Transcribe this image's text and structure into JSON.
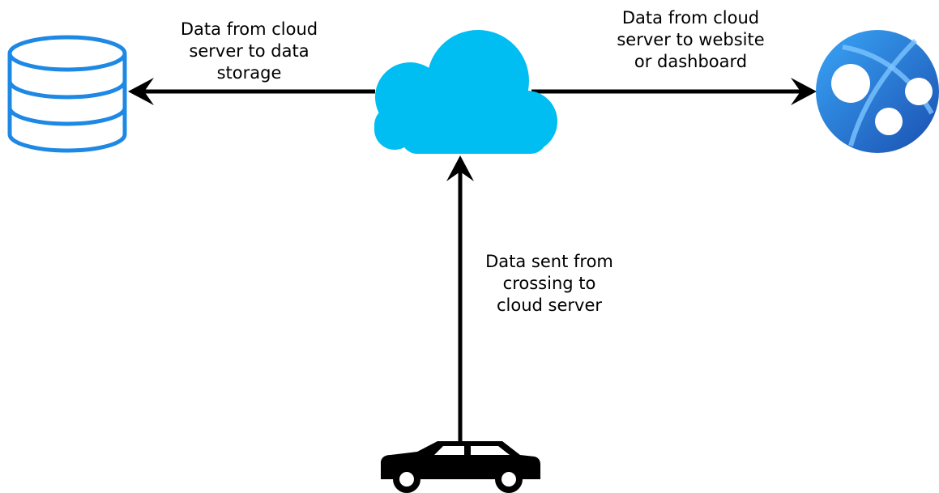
{
  "diagram": {
    "edges": [
      {
        "id": "cloud-to-storage",
        "from": "cloud-server",
        "to": "data-storage",
        "label_lines": [
          "Data from cloud",
          "server to data",
          "storage"
        ]
      },
      {
        "id": "cloud-to-website",
        "from": "cloud-server",
        "to": "website-dashboard",
        "label_lines": [
          "Data from cloud",
          "server to website",
          "or dashboard"
        ]
      },
      {
        "id": "car-to-cloud",
        "from": "car",
        "to": "cloud-server",
        "label_lines": [
          "Data sent from",
          "crossing to",
          "cloud server"
        ]
      }
    ],
    "nodes": [
      {
        "id": "data-storage",
        "icon": "database-icon"
      },
      {
        "id": "cloud-server",
        "icon": "cloud-icon"
      },
      {
        "id": "website-dashboard",
        "icon": "web-app-globe-icon"
      },
      {
        "id": "car",
        "icon": "car-icon"
      }
    ],
    "colors": {
      "database_stroke": "#1e88e5",
      "cloud_fill": "#00bef2",
      "globe_dark": "#1f5fbf",
      "globe_light": "#3a9ff5",
      "arrow": "#000000",
      "car": "#000000"
    }
  }
}
